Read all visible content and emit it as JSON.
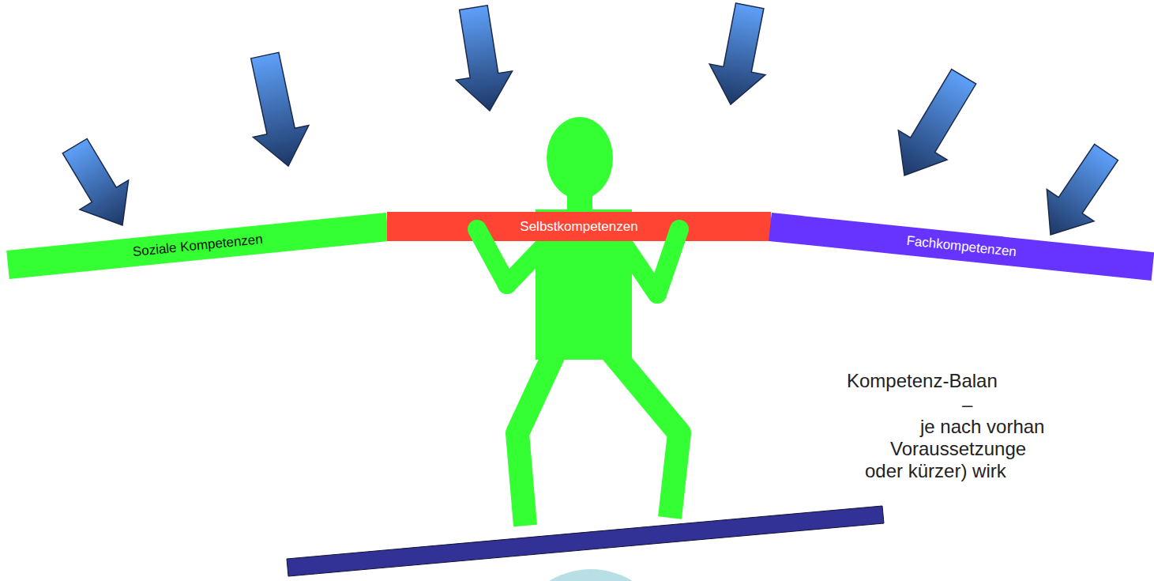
{
  "diagram": {
    "nodes": [
      {
        "text": [
          "Soziale Kompetenzen"
        ]
      },
      {
        "text": [
          "Selbstkompetenzen"
        ]
      },
      {
        "text": [
          "Fachkompetenzen"
        ]
      }
    ],
    "labels": [
      "Kompetenz-Balan",
      "–",
      "je nach vorhan",
      "Voraussetzunge",
      "oder kürzer) wirk"
    ]
  }
}
